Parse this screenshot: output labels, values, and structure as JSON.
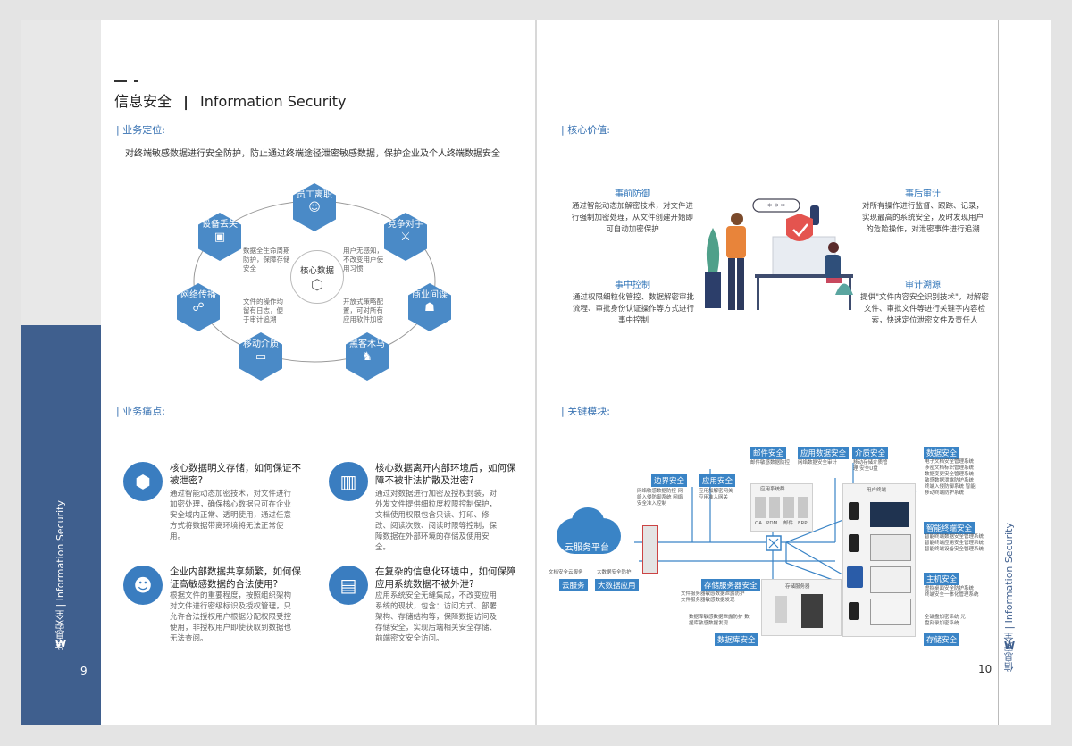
{
  "header": {
    "title_cn": "信息安全",
    "title_en": "Information Security"
  },
  "sidebar": {
    "label": "信息安全 | Information Security",
    "page_left": "9",
    "page_right": "10"
  },
  "positioning": {
    "label": "| 业务定位:",
    "text": "对终端敏感数据进行安全防护，防止通过终端途径泄密敏感数据，保护企业及个人终端数据安全"
  },
  "diagram": {
    "center": "核心数据",
    "nodes": [
      "员工离职",
      "竞争对手",
      "商业间谍",
      "黑客木马",
      "移动介质",
      "网络传播",
      "设备丢失"
    ],
    "notes": [
      "数据全生命周期防护，保障存储安全",
      "用户无感知，不改变用户使用习惯",
      "开放式策略配置，可对所有应用软件加密",
      "文件的操作均留有日志，便于审计追溯"
    ]
  },
  "pain": {
    "label": "| 业务痛点:",
    "items": [
      {
        "title": "核心数据明文存储，如何保证不被泄密?",
        "body": "通过智能动态加密技术，对文件进行加密处理，确保核心数据只可在企业安全域内正常、透明使用，通过任意方式将数据带离环境将无法正常使用。"
      },
      {
        "title": "核心数据离开内部环境后，如何保障不被非法扩散及泄密?",
        "body": "通过对数据进行加密及授权封装，对外发文件提供细粒度权限控制保护，文档使用权限包含只读、打印、修改、阅读次数、阅读时限等控制，保障数据在外部环境的存储及使用安全。"
      },
      {
        "title": "企业内部数据共享频繁，如何保证高敏感数据的合法使用?",
        "body": "根据文件的重要程度，按照组织架构对文件进行密级标识及授权管理，只允许合法授权用户根据分配权限受控使用，非授权用户即使获取到数据也无法查阅。"
      },
      {
        "title": "在复杂的信息化环境中，如何保障应用系统数据不被外泄?",
        "body": "应用系统安全无缝集成，不改变应用系统的现状，包含：访问方式、部署架构、存储结构等，保障数据访问及存储安全，实现后端相关安全存储、前端密文安全访问。"
      }
    ]
  },
  "core_value": {
    "label": "| 核心价值:",
    "items": [
      {
        "title": "事前防御",
        "body": "通过智能动态加解密技术，对文件进行强制加密处理，从文件创建开始即可自动加密保护"
      },
      {
        "title": "事后审计",
        "body": "对所有操作进行监督、跟踪、记录，实现最高的系统安全，及时发现用户的危险操作，对泄密事件进行追溯"
      },
      {
        "title": "事中控制",
        "body": "通过权限细粒化管控、数据解密审批流程、审批身份认证操作等方式进行事中控制"
      },
      {
        "title": "审计溯源",
        "body": "提供\"文件内容安全识别技术\"，对解密文件、审批文件等进行关键字内容检索，快速定位泄密文件及责任人"
      }
    ]
  },
  "modules": {
    "label": "| 关键模块:",
    "cloud": "云服务平台",
    "tags": {
      "border": "边界安全",
      "app": "应用安全",
      "mail": "邮件安全",
      "appdata": "应用数据安全",
      "media": "介质安全",
      "data": "数据安全",
      "smart": "智能终端安全",
      "host": "主机安全",
      "storage_tag": "存储安全",
      "storage_svc": "存储服务器安全",
      "db": "数据库安全",
      "cloudsvc": "云服务",
      "bigdata": "大数据应用"
    },
    "notes": {
      "border": "网络敏感数据防控 网络入侵防御系统 网络安全准入控制",
      "app": "应用加解密网关 应用准入网关",
      "mail": "邮件敏感数据防控",
      "appdata": "网络数据安全审计",
      "media": "移动存储介质管理 安全U盘",
      "data": "电子文档安全管理系统 涉密文档标识管理系统 数据变更安全管理系统 敏感数据泄露防护系统 终端入侵防御系统 智能移动终端防护系统",
      "smart": "智能终端数据安全管理系统 智能终端应用安全管理系统 智能终端设备安全管理系统",
      "host": "虚拟桌面安全防护系统 终端安全一体化管理系统",
      "storage": "全磁盘加密系统 光盘刻录加密系统",
      "storage_svc": "文件服务器敏感数据泄露防护 文件服务器敏感数据发现",
      "db": "数据库敏感数据泄露防护 数据库敏感数据发现",
      "cloudsvc": "文档安全云服务",
      "bigdata": "大数据安全防护"
    },
    "app_system": "应用系统群",
    "app_labels": [
      "OA",
      "PDM",
      "邮件",
      "ERP"
    ],
    "storage_service": "存储服务器",
    "user_terminal": "用户终端"
  }
}
